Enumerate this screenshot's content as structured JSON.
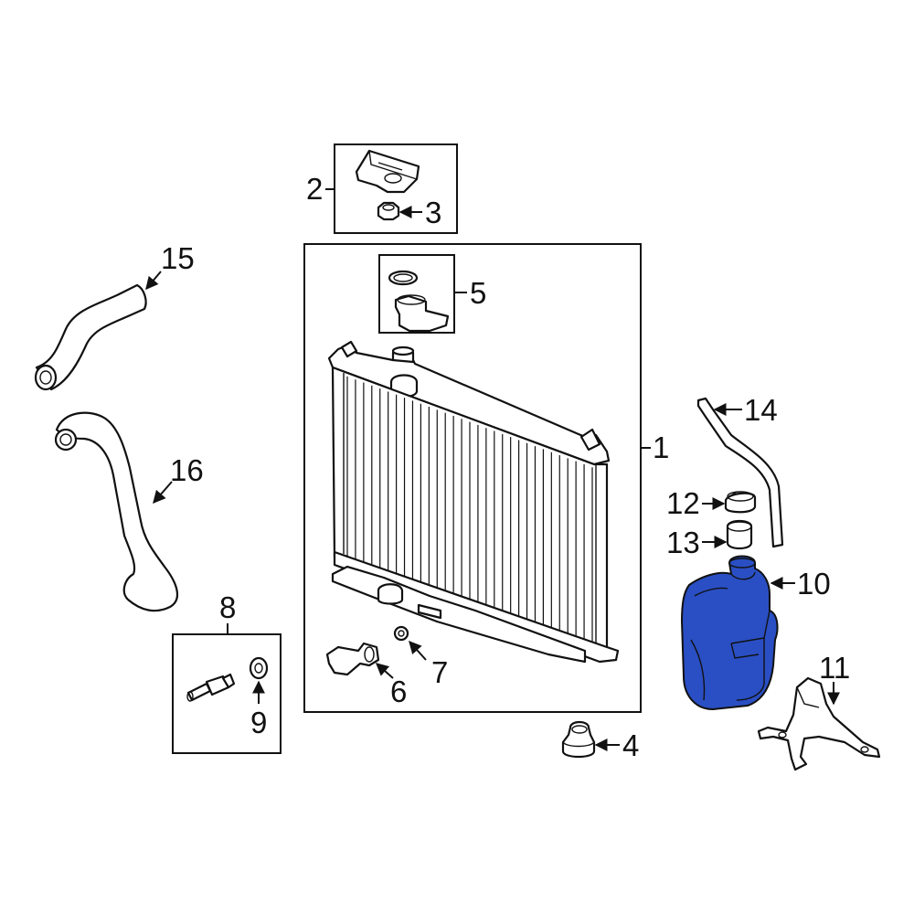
{
  "diagram": {
    "highlight_color": "#2a4fc4",
    "outline_color": "#111111",
    "callouts": {
      "p1": "1",
      "p2": "2",
      "p3": "3",
      "p4": "4",
      "p5": "5",
      "p6": "6",
      "p7": "7",
      "p8": "8",
      "p9": "9",
      "p10": "10",
      "p11": "11",
      "p12": "12",
      "p13": "13",
      "p14": "14",
      "p15": "15",
      "p16": "16"
    },
    "highlighted_part": "10"
  }
}
